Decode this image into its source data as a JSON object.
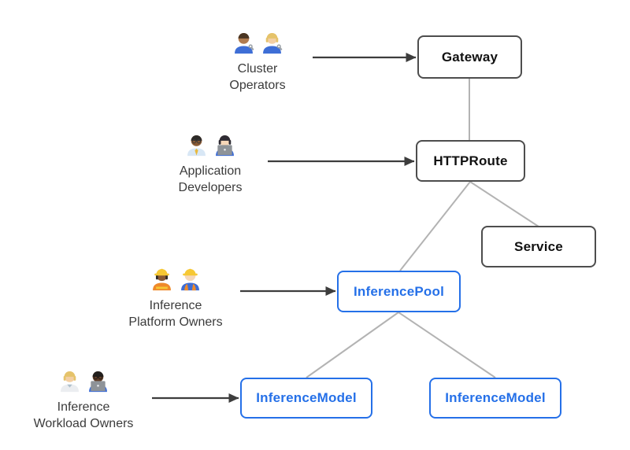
{
  "diagram": {
    "colors": {
      "accent_blue": "#2570e8",
      "node_border_dark": "#4d4d4d",
      "node_text_dark": "#111111",
      "connector_gray": "#b3b3b3",
      "arrow_dark": "#3d3d3d",
      "actor_label": "#3b3b3b",
      "background": "#ffffff"
    },
    "nodes": {
      "gateway": "Gateway",
      "httproute": "HTTPRoute",
      "service": "Service",
      "inference_pool": "InferencePool",
      "inference_model_1": "InferenceModel",
      "inference_model_2": "InferenceModel"
    },
    "actors": [
      {
        "line1": "Cluster",
        "line2": "Operators",
        "emojis": "👨🏽‍🔧 👩🏼‍🔧",
        "emoji_names": "man-mechanic, woman-mechanic"
      },
      {
        "line1": "Application",
        "line2": "Developers",
        "emojis": "👨🏾‍💼 👩🏻‍💻",
        "emoji_names": "man-office-worker, woman-technologist"
      },
      {
        "line1": "Inference",
        "line2": "Platform Owners",
        "emojis": "👷🏾‍♀️ 👷🏻",
        "emoji_names": "woman-construction-worker, man-construction-worker"
      },
      {
        "line1": "Inference",
        "line2": "Workload Owners",
        "emojis": "🧑🏼‍⚕️ 👨🏿‍💻",
        "emoji_names": "health-worker, man-technologist"
      }
    ]
  }
}
